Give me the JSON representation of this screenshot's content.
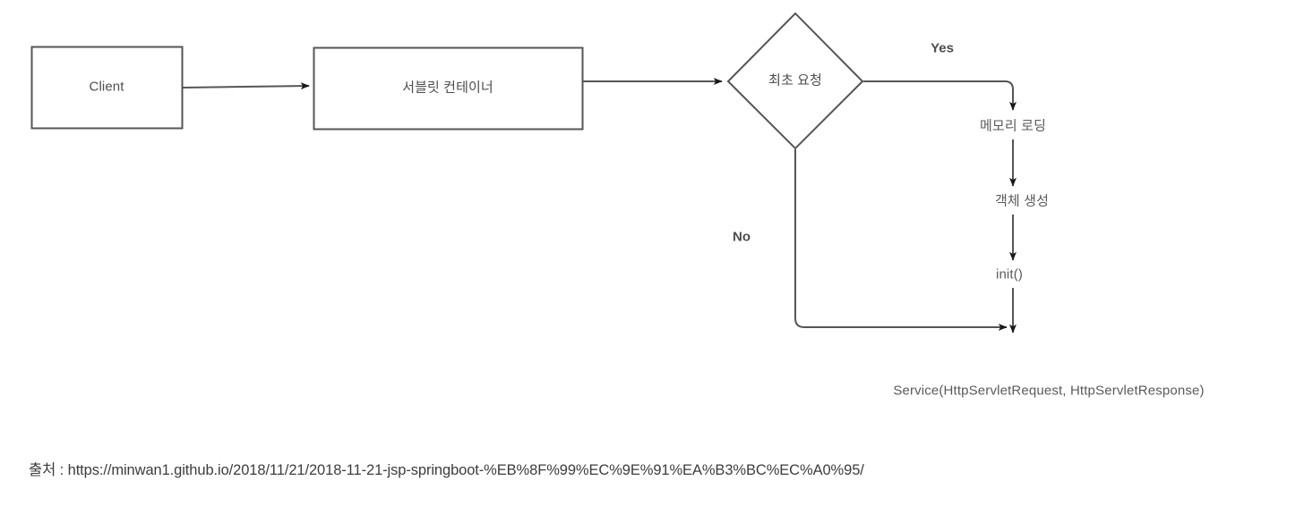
{
  "diagram": {
    "type": "flowchart",
    "title": "Servlet request lifecycle flow",
    "background_color": "#ffffff",
    "stroke_color": "#555555",
    "text_color": "#4d4d4d",
    "nodes": [
      {
        "id": "client",
        "shape": "rectangle",
        "label": "Client"
      },
      {
        "id": "servlet-container",
        "shape": "rectangle",
        "label": "서블릿 컨테이너"
      },
      {
        "id": "first-request",
        "shape": "diamond",
        "label": "최초 요청"
      },
      {
        "id": "memory-load",
        "shape": "text",
        "label": "메모리 로딩"
      },
      {
        "id": "object-create",
        "shape": "text",
        "label": "객체 생성"
      },
      {
        "id": "init",
        "shape": "text",
        "label": "init()"
      },
      {
        "id": "service",
        "shape": "text",
        "label": "Service(HttpServletRequest, HttpServletResponse)"
      }
    ],
    "edge_labels": [
      {
        "id": "yes-label",
        "label": "Yes"
      },
      {
        "id": "no-label",
        "label": "No"
      }
    ]
  },
  "caption": {
    "prefix": "출처 : ",
    "url": "https://minwan1.github.io/2018/11/21/2018-11-21-jsp-springboot-%EB%8F%99%EC%9E%91%EA%B3%BC%EC%A0%95/"
  }
}
